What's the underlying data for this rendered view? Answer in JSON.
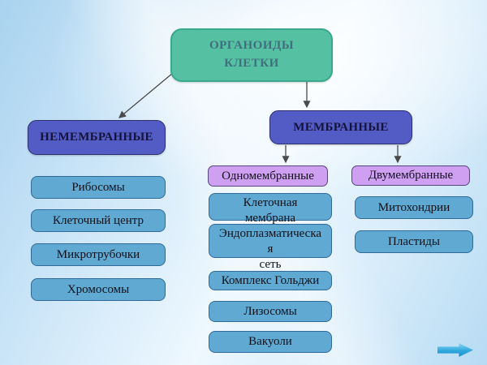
{
  "diagram": {
    "type": "hierarchy",
    "root": {
      "label": "ОРГАНОИДЫ\nКЛЕТКИ",
      "fill": "#55c0a2",
      "text_color": "#40707f"
    },
    "nonmembrane": {
      "label": "НЕМЕМБРАННЫЕ",
      "fill": "#535bc4",
      "items": [
        "Рибосомы",
        "Клеточный центр",
        "Микротрубочки",
        "Хромосомы"
      ]
    },
    "membrane": {
      "label": "МЕМБРАННЫЕ",
      "fill": "#535bc4",
      "single_membrane": {
        "label": "Одномембранные",
        "fill": "#cfa0f2",
        "items": [
          "Клеточная\nмембрана",
          "Эндоплазматическая\nсеть",
          "Комплекс Гольджи",
          "Лизосомы",
          "Вакуоли"
        ]
      },
      "double_membrane": {
        "label": "Двумембранные",
        "fill": "#cfa0f2",
        "items": [
          "Митохондрии",
          "Пластиды"
        ]
      }
    },
    "item_fill": "#60a9d3",
    "connector_color": "#4a4a4a"
  },
  "nav": {
    "next_arrow_color": "#2fa8dd"
  }
}
